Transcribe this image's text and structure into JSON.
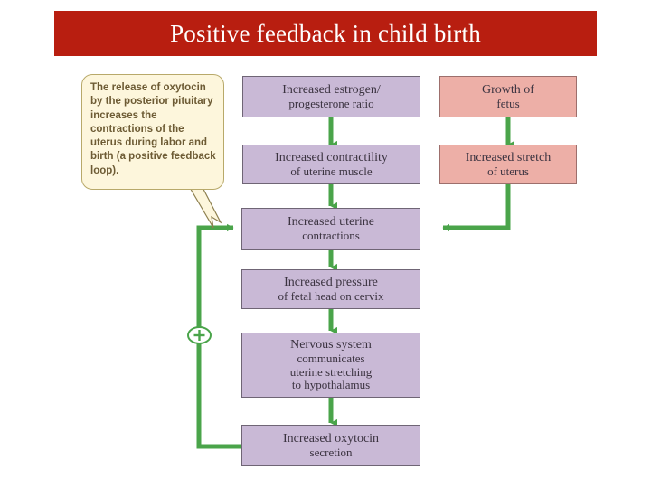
{
  "title": {
    "text": "Positive feedback in child birth",
    "banner_color": "#b81e10",
    "text_color": "#ffffff"
  },
  "callout": {
    "text": "The release of oxytocin by the posterior pituitary increases the contractions of the uterus during labor and birth (a positive feedback loop).",
    "fill_color": "#fdf6dc",
    "border_color": "#b8a96a"
  },
  "colors": {
    "purple_fill": "#c9b9d6",
    "purple_border": "#6f6575",
    "pink_fill": "#edafa7",
    "pink_border": "#9d6f6c",
    "arrow_green": "#4aa44a",
    "page_background": "#ffffff"
  },
  "nodes": [
    {
      "id": "estrogen",
      "line1": "Increased estrogen/",
      "line2": "progesterone ratio",
      "color": "purple"
    },
    {
      "id": "fetal-growth",
      "line1": "Growth of",
      "line2": "fetus",
      "color": "pink"
    },
    {
      "id": "contractility",
      "line1": "Increased contractility",
      "line2": "of uterine muscle",
      "color": "purple"
    },
    {
      "id": "stretch",
      "line1": "Increased stretch",
      "line2": "of uterus",
      "color": "pink"
    },
    {
      "id": "contractions",
      "line1": "Increased uterine",
      "line2": "contractions",
      "color": "purple"
    },
    {
      "id": "pressure",
      "line1": "Increased pressure",
      "line2": "of fetal head on cervix",
      "color": "purple"
    },
    {
      "id": "oxytocin",
      "line1": "Increased oxytocin",
      "line2": "secretion",
      "color": "purple"
    }
  ],
  "nervous_node": {
    "id": "nervous-system",
    "line1": "Nervous system",
    "line2": "communicates",
    "line3": "uterine stretching",
    "line4": "to hypothalamus",
    "color": "purple"
  },
  "feedback_symbol": {
    "glyph": "+",
    "meaning": "positive-feedback"
  }
}
